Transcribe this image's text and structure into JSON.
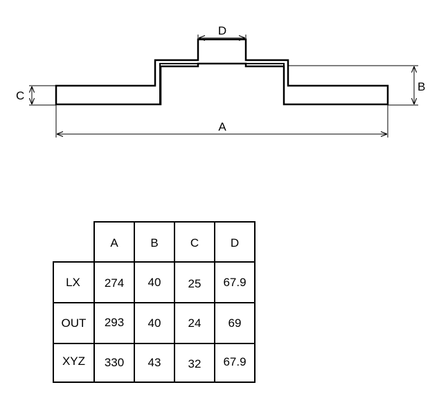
{
  "diagram": {
    "dimension_labels": {
      "a": "A",
      "b": "B",
      "c": "C",
      "d": "D"
    },
    "colors": {
      "line": "#000000",
      "background": "#ffffff"
    }
  },
  "table": {
    "columns": [
      "A",
      "B",
      "C",
      "D"
    ],
    "rows": [
      {
        "label": "LX",
        "values": [
          "274",
          "40",
          "25",
          "67.9"
        ]
      },
      {
        "label": "OUT",
        "values": [
          "293",
          "40",
          "24",
          "69"
        ]
      },
      {
        "label": "XYZ",
        "values": [
          "330",
          "43",
          "32",
          "67.9"
        ]
      }
    ]
  }
}
